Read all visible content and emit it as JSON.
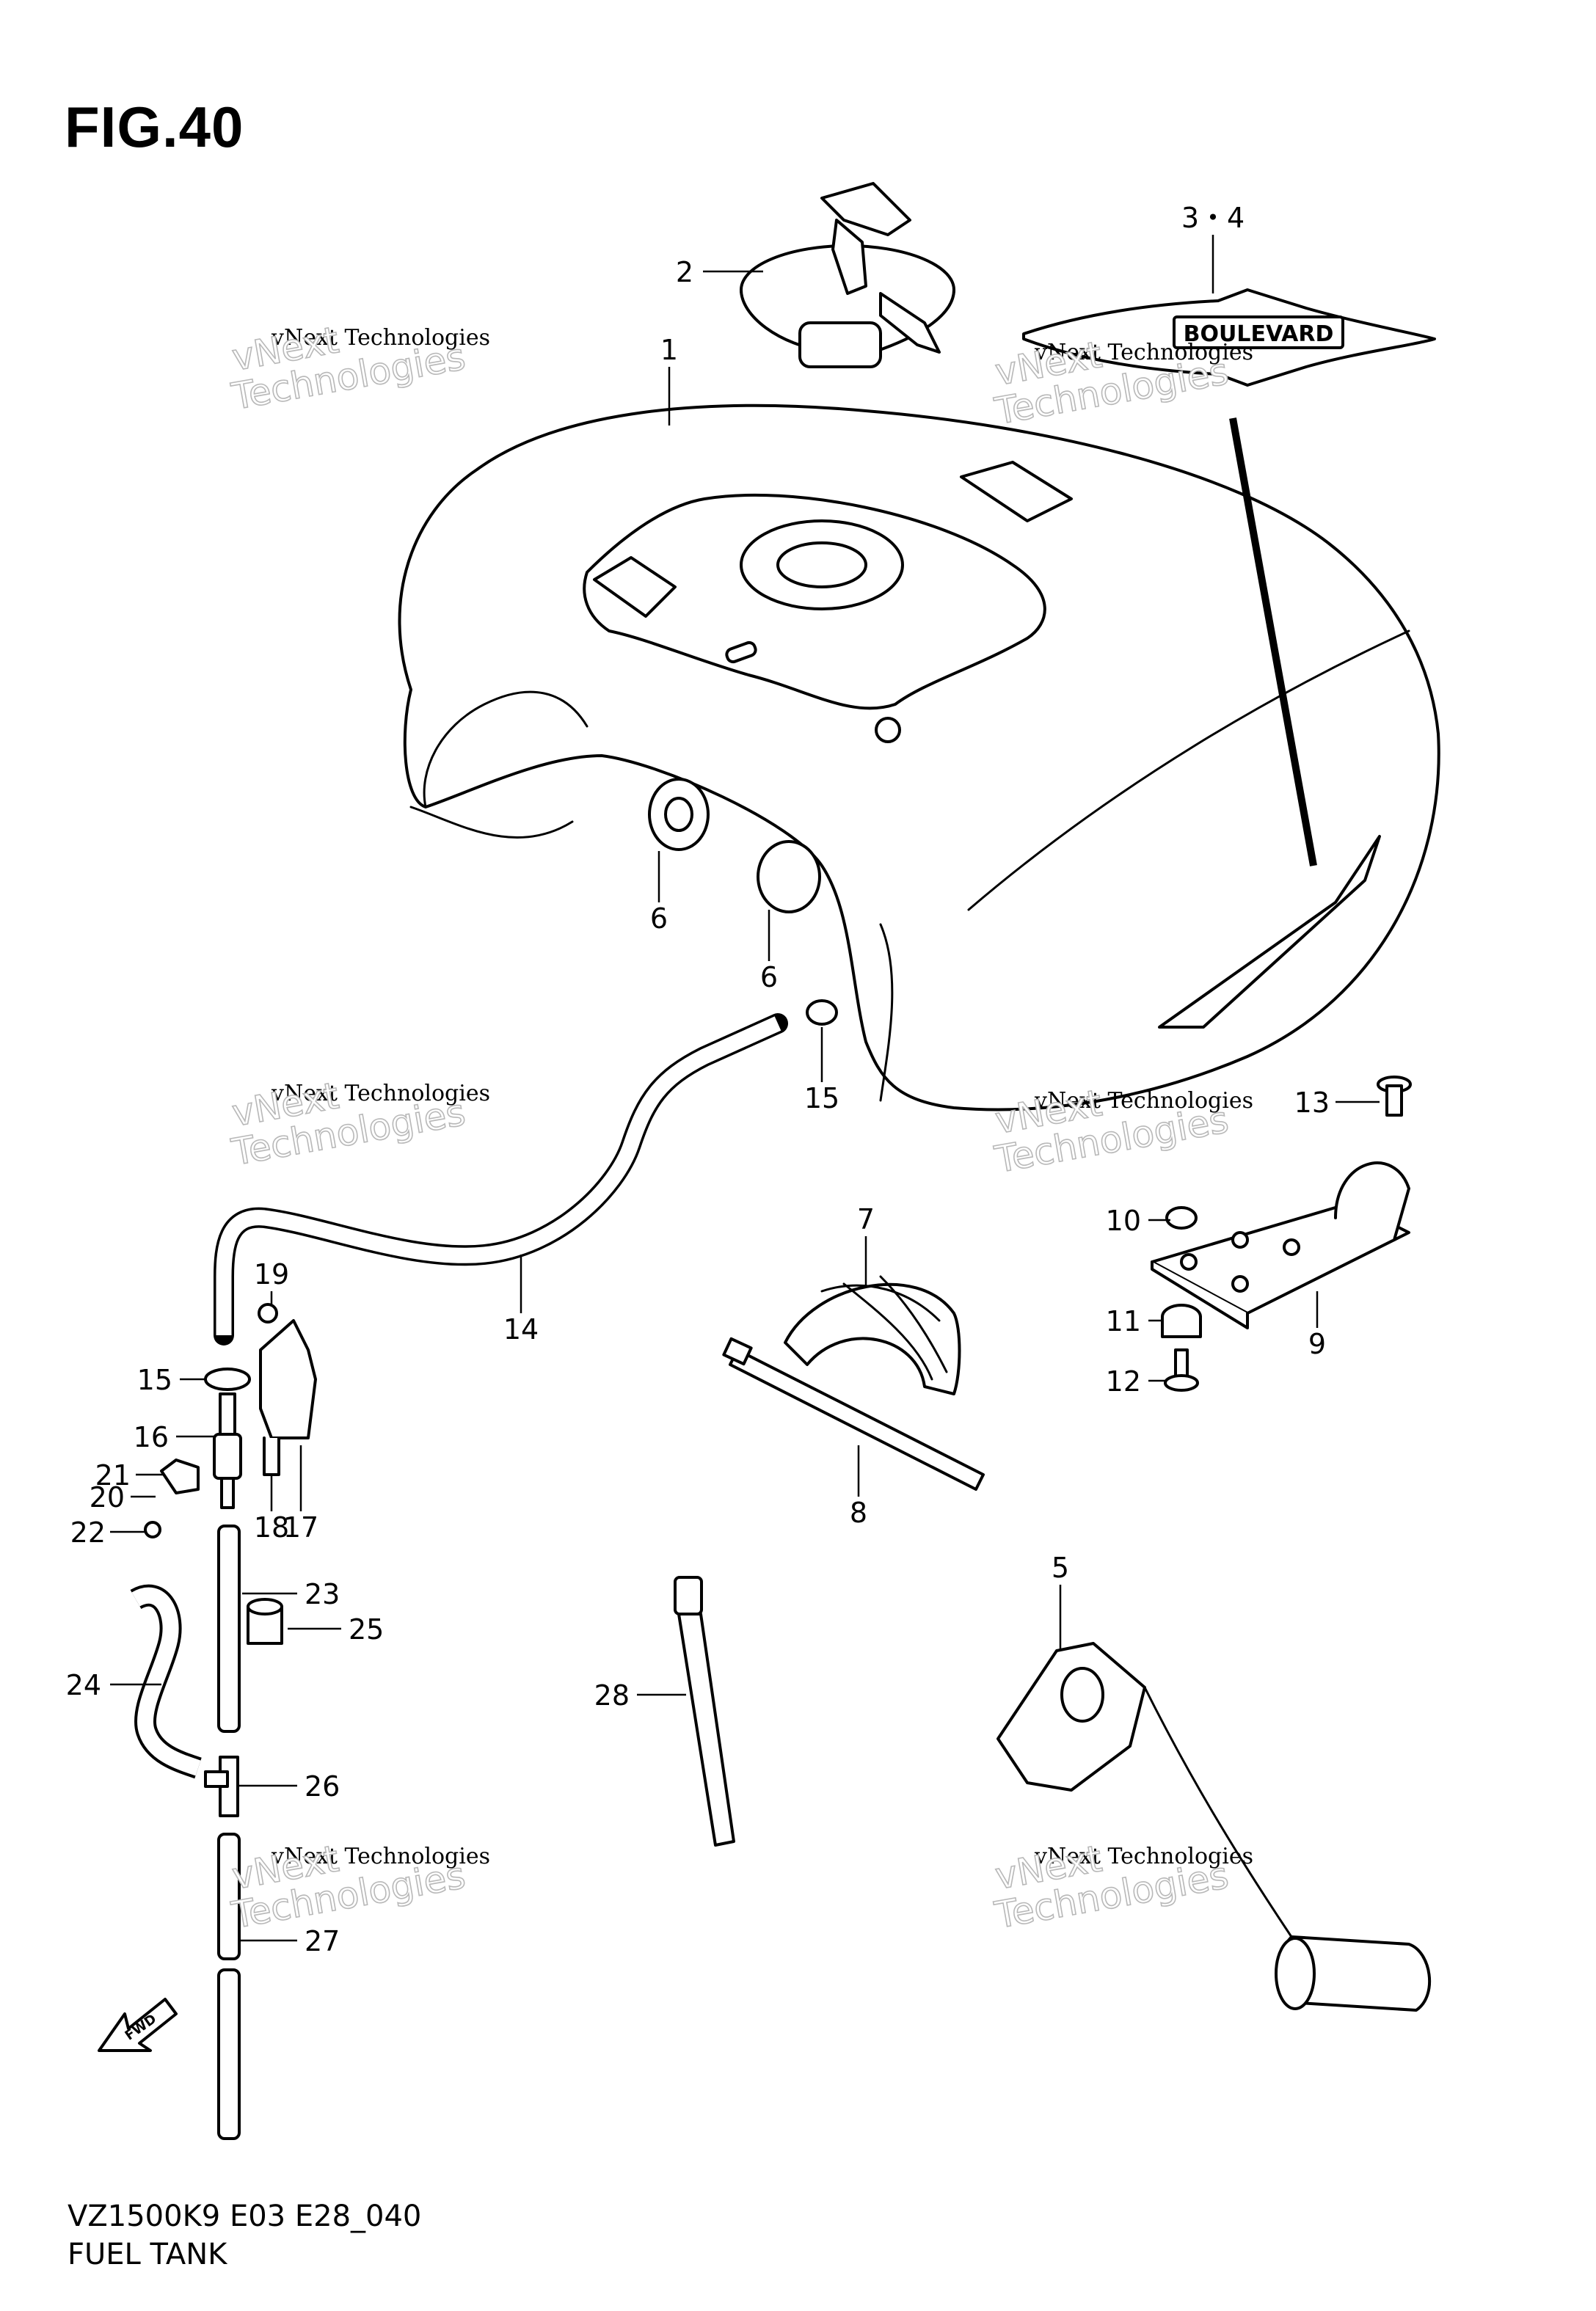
{
  "figure": {
    "title": "FIG.40"
  },
  "footer": {
    "model": "VZ1500K9 E03 E28_040",
    "name": "FUEL TANK"
  },
  "watermark": {
    "line1": "vNext Technologies",
    "line2": "vNext\nTechnologies"
  },
  "emblem": {
    "text": "BOULEVARD"
  },
  "fwd_label": "FWD",
  "callouts": [
    {
      "id": "c1",
      "text": "1"
    },
    {
      "id": "c2",
      "text": "2"
    },
    {
      "id": "c34",
      "text": "3・4"
    },
    {
      "id": "c5",
      "text": "5"
    },
    {
      "id": "c6a",
      "text": "6"
    },
    {
      "id": "c6b",
      "text": "6"
    },
    {
      "id": "c7",
      "text": "7"
    },
    {
      "id": "c8",
      "text": "8"
    },
    {
      "id": "c9",
      "text": "9"
    },
    {
      "id": "c10",
      "text": "10"
    },
    {
      "id": "c11",
      "text": "11"
    },
    {
      "id": "c12",
      "text": "12"
    },
    {
      "id": "c13",
      "text": "13"
    },
    {
      "id": "c14",
      "text": "14"
    },
    {
      "id": "c15a",
      "text": "15"
    },
    {
      "id": "c15b",
      "text": "15"
    },
    {
      "id": "c16",
      "text": "16"
    },
    {
      "id": "c17",
      "text": "17"
    },
    {
      "id": "c18",
      "text": "18"
    },
    {
      "id": "c19",
      "text": "19"
    },
    {
      "id": "c20",
      "text": "20"
    },
    {
      "id": "c21",
      "text": "21"
    },
    {
      "id": "c22",
      "text": "22"
    },
    {
      "id": "c23",
      "text": "23"
    },
    {
      "id": "c24",
      "text": "24"
    },
    {
      "id": "c25",
      "text": "25"
    },
    {
      "id": "c26",
      "text": "26"
    },
    {
      "id": "c27",
      "text": "27"
    },
    {
      "id": "c28",
      "text": "28"
    }
  ]
}
